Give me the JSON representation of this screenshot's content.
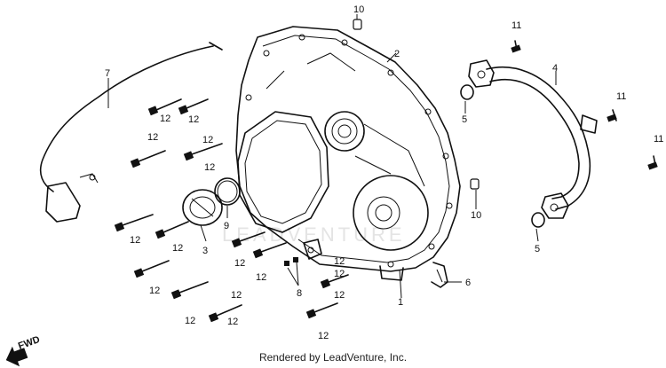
{
  "callouts": {
    "p1": "1",
    "p2": "2",
    "p3": "3",
    "p4": "4",
    "p5a": "5",
    "p5b": "5",
    "p6": "6",
    "p7": "7",
    "p8": "8",
    "p9": "9",
    "p10a": "10",
    "p10b": "10",
    "p11a": "11",
    "p11b": "11",
    "p11c": "11",
    "b12": [
      "12",
      "12",
      "12",
      "12",
      "12",
      "12",
      "12",
      "12",
      "12",
      "12",
      "12",
      "12",
      "12",
      "12",
      "12",
      "12",
      "12"
    ]
  },
  "direction_marker": "FWD",
  "footer_text": "Rendered by LeadVenture, Inc."
}
